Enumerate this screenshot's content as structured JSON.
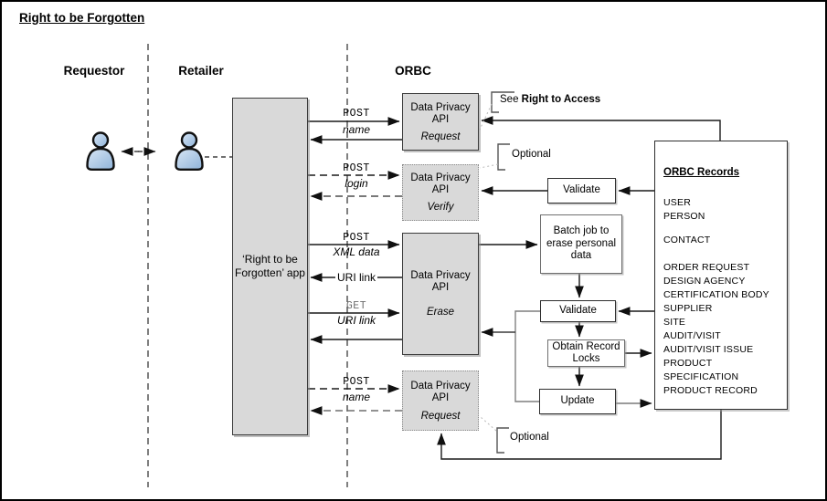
{
  "title": "Right to be Forgotten",
  "lanes": {
    "requestor": "Requestor",
    "retailer": "Retailer",
    "orbc": "ORBC"
  },
  "app": {
    "label": "‘Right to be Forgotten’ app"
  },
  "api_boxes": {
    "request_top": {
      "title": "Data Privacy API",
      "subtitle": "Request"
    },
    "verify": {
      "title": "Data Privacy API",
      "subtitle": "Verify"
    },
    "erase": {
      "title": "Data Privacy API",
      "subtitle": "Erase"
    },
    "request_bottom": {
      "title": "Data Privacy API",
      "subtitle": "Request"
    }
  },
  "messages": {
    "post_name_top": {
      "verb": "POST",
      "param": "name"
    },
    "post_login": {
      "verb": "POST",
      "param": "login"
    },
    "post_xml": {
      "verb": "POST",
      "param": "XML data"
    },
    "uri_link_return": {
      "label": "URI link"
    },
    "get_uri": {
      "verb": "GET",
      "param": "URI link"
    },
    "post_name_bottom": {
      "verb": "POST",
      "param": "name"
    }
  },
  "process": {
    "validate_top": "Validate",
    "batch_job": "Batch job to erase personal data",
    "validate_mid": "Validate",
    "obtain_locks": "Obtain Record Locks",
    "update": "Update"
  },
  "records": {
    "title": "ORBC Records",
    "groups": [
      [
        "USER",
        "PERSON"
      ],
      [
        "CONTACT"
      ],
      [
        "ORDER REQUEST",
        "DESIGN AGENCY",
        "CERTIFICATION BODY",
        "SUPPLIER",
        "SITE",
        "AUDIT/VISIT",
        "AUDIT/VISIT ISSUE",
        "PRODUCT SPECIFICATION",
        "PRODUCT RECORD"
      ]
    ]
  },
  "annotations": {
    "see_access_prefix": "See ",
    "see_access_bold": "Right to Access",
    "optional_top": "Optional",
    "optional_bottom": "Optional"
  },
  "colors": {
    "box_fill": "#d9d9d9",
    "person_fill": "#a9c6e8",
    "line": "#1a1a1a"
  }
}
